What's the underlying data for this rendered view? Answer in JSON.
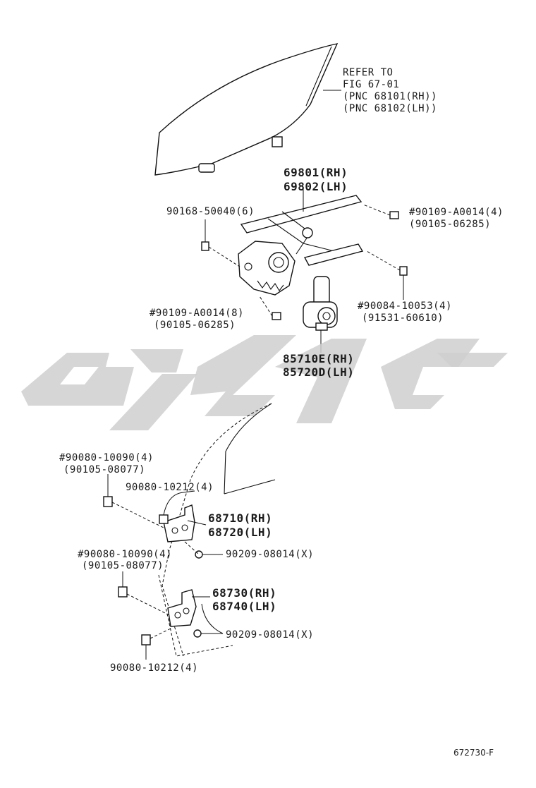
{
  "labels": {
    "refer_lines": [
      "REFER TO",
      "FIG 67-01",
      "(PNC 68101(RH))",
      "(PNC 68102(LH))"
    ],
    "regulator": [
      "69801(RH)",
      "69802(LH)"
    ],
    "bolt_left": "90168-50040(6)",
    "bolt_right": [
      "#90109-A0014(4)",
      "(90105-06285)"
    ],
    "bolt_motor": [
      "#90109-A0014(8)",
      "(90105-06285)"
    ],
    "bolt_rear": [
      "#90084-10053(4)",
      "(91531-60610)"
    ],
    "motor": [
      "85710E(RH)",
      "85720D(LH)"
    ],
    "hinge_upper_bolt": [
      "#90080-10090(4)",
      "(90105-08077)"
    ],
    "hinge_upper_bolt2": "90080-10212(4)",
    "hinge_upper": [
      "68710(RH)",
      "68720(LH)"
    ],
    "washer_upper": "90209-08014(X)",
    "hinge_lower_bolt": [
      "#90080-10090(4)",
      "(90105-08077)"
    ],
    "hinge_lower": [
      "68730(RH)",
      "68740(LH)"
    ],
    "washer_lower": "90209-08014(X)",
    "hinge_lower_bolt2": "90080-10212(4)",
    "figure_ref": "672730-F"
  }
}
